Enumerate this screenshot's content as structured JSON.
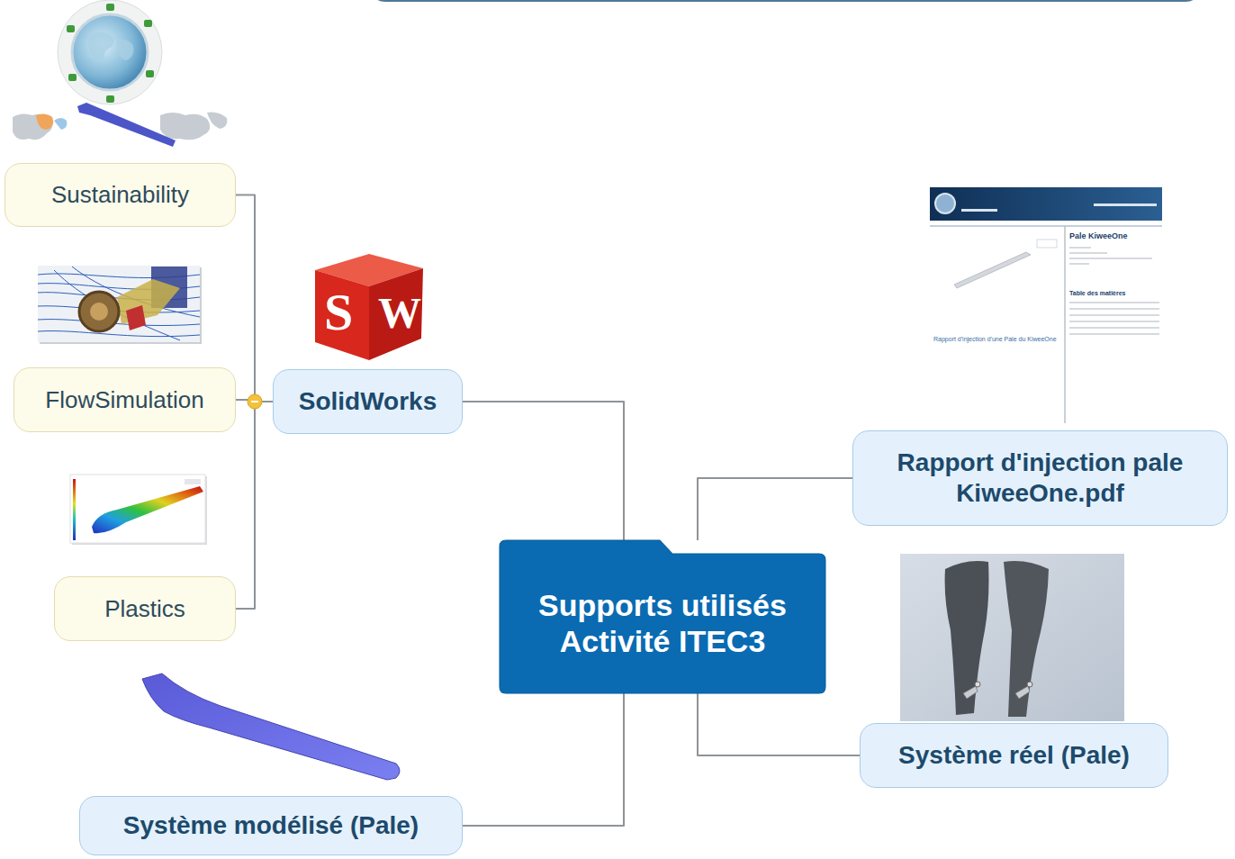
{
  "diagram": {
    "title": "Supports utilisés Activité ITEC3",
    "nodes": [
      {
        "text": [
          "Sustainability"
        ]
      },
      {
        "text": [
          "FlowSimulation"
        ]
      },
      {
        "text": [
          "Plastics"
        ]
      },
      {
        "text": [
          "SolidWorks"
        ]
      },
      {
        "text": [
          "Rapport d'injection pale KiweeOne.pdf"
        ]
      },
      {
        "text": [
          "Supports utilisés Activité ITEC3"
        ]
      },
      {
        "text": [
          "Système réel (Pale)"
        ]
      },
      {
        "text": [
          "Système modélisé (Pale)"
        ]
      }
    ],
    "edges": [
      {
        "from": 3,
        "to": 0,
        "arrow": "none"
      },
      {
        "from": 3,
        "to": 1,
        "arrow": "none"
      },
      {
        "from": 3,
        "to": 2,
        "arrow": "none"
      },
      {
        "from": 5,
        "to": 3,
        "arrow": "none"
      },
      {
        "from": 5,
        "to": 4,
        "arrow": "none"
      },
      {
        "from": 5,
        "to": 6,
        "arrow": "none"
      },
      {
        "from": 5,
        "to": 7,
        "arrow": "none"
      }
    ],
    "labels": [
      "S",
      "W",
      "Pale KiweeOne",
      "Table des matières",
      "Rapport d'injection d'une Pale du KiweeOne"
    ]
  }
}
